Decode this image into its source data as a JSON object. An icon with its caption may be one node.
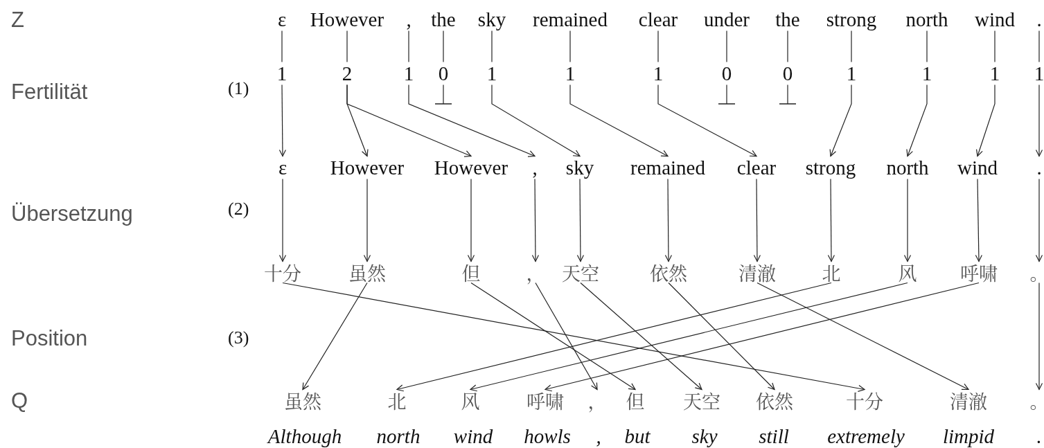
{
  "diagram": {
    "nodes": [
      {
        "text": [
          "ε"
        ]
      },
      {
        "text": [
          "However"
        ]
      },
      {
        "text": [
          ","
        ]
      },
      {
        "text": [
          "the"
        ]
      },
      {
        "text": [
          "sky"
        ]
      },
      {
        "text": [
          "remained"
        ]
      },
      {
        "text": [
          "clear"
        ]
      },
      {
        "text": [
          "under"
        ]
      },
      {
        "text": [
          "the"
        ]
      },
      {
        "text": [
          "strong"
        ]
      },
      {
        "text": [
          "north"
        ]
      },
      {
        "text": [
          "wind"
        ]
      },
      {
        "text": [
          "."
        ]
      },
      {
        "text": [
          "1"
        ]
      },
      {
        "text": [
          "2"
        ]
      },
      {
        "text": [
          "1"
        ]
      },
      {
        "text": [
          "0"
        ]
      },
      {
        "text": [
          "1"
        ]
      },
      {
        "text": [
          "1"
        ]
      },
      {
        "text": [
          "1"
        ]
      },
      {
        "text": [
          "0"
        ]
      },
      {
        "text": [
          "0"
        ]
      },
      {
        "text": [
          "1"
        ]
      },
      {
        "text": [
          "1"
        ]
      },
      {
        "text": [
          "1"
        ]
      },
      {
        "text": [
          "1"
        ]
      },
      {
        "text": [
          "ε"
        ]
      },
      {
        "text": [
          "However"
        ]
      },
      {
        "text": [
          "However"
        ]
      },
      {
        "text": [
          ","
        ]
      },
      {
        "text": [
          "sky"
        ]
      },
      {
        "text": [
          "remained"
        ]
      },
      {
        "text": [
          "clear"
        ]
      },
      {
        "text": [
          "strong"
        ]
      },
      {
        "text": [
          "north"
        ]
      },
      {
        "text": [
          "wind"
        ]
      },
      {
        "text": [
          "."
        ]
      },
      {
        "text": [
          "十分"
        ]
      },
      {
        "text": [
          "虽然"
        ]
      },
      {
        "text": [
          "但"
        ]
      },
      {
        "text": [
          "，"
        ]
      },
      {
        "text": [
          "天空"
        ]
      },
      {
        "text": [
          "依然"
        ]
      },
      {
        "text": [
          "清澈"
        ]
      },
      {
        "text": [
          "北"
        ]
      },
      {
        "text": [
          "风"
        ]
      },
      {
        "text": [
          "呼啸"
        ]
      },
      {
        "text": [
          "。"
        ]
      },
      {
        "text": [
          "虽然"
        ]
      },
      {
        "text": [
          "北"
        ]
      },
      {
        "text": [
          "风"
        ]
      },
      {
        "text": [
          "呼啸"
        ]
      },
      {
        "text": [
          "，"
        ]
      },
      {
        "text": [
          "但"
        ]
      },
      {
        "text": [
          "天空"
        ]
      },
      {
        "text": [
          "依然"
        ]
      },
      {
        "text": [
          "十分"
        ]
      },
      {
        "text": [
          "清澈"
        ]
      },
      {
        "text": [
          "。"
        ]
      }
    ],
    "edges": [
      {
        "from": 0,
        "to": 13,
        "arrow": "none"
      },
      {
        "from": 1,
        "to": 14,
        "arrow": "none"
      },
      {
        "from": 2,
        "to": 15,
        "arrow": "none"
      },
      {
        "from": 3,
        "to": 16,
        "arrow": "none"
      },
      {
        "from": 4,
        "to": 17,
        "arrow": "none"
      },
      {
        "from": 5,
        "to": 18,
        "arrow": "none"
      },
      {
        "from": 6,
        "to": 19,
        "arrow": "none"
      },
      {
        "from": 7,
        "to": 20,
        "arrow": "none"
      },
      {
        "from": 8,
        "to": 21,
        "arrow": "none"
      },
      {
        "from": 9,
        "to": 22,
        "arrow": "none"
      },
      {
        "from": 10,
        "to": 23,
        "arrow": "none"
      },
      {
        "from": 11,
        "to": 24,
        "arrow": "none"
      },
      {
        "from": 12,
        "to": 25,
        "arrow": "none"
      },
      {
        "from": 16,
        "to": null,
        "arrow": "other"
      },
      {
        "from": 20,
        "to": null,
        "arrow": "other"
      },
      {
        "from": 21,
        "to": null,
        "arrow": "other"
      },
      {
        "from": 13,
        "to": 26,
        "arrow": "to"
      },
      {
        "from": 14,
        "to": 27,
        "arrow": "to"
      },
      {
        "from": 14,
        "to": 28,
        "arrow": "to"
      },
      {
        "from": 15,
        "to": 29,
        "arrow": "to"
      },
      {
        "from": 17,
        "to": 30,
        "arrow": "to"
      },
      {
        "from": 18,
        "to": 31,
        "arrow": "to"
      },
      {
        "from": 19,
        "to": 32,
        "arrow": "to"
      },
      {
        "from": 22,
        "to": 33,
        "arrow": "to"
      },
      {
        "from": 23,
        "to": 34,
        "arrow": "to"
      },
      {
        "from": 24,
        "to": 35,
        "arrow": "to"
      },
      {
        "from": 25,
        "to": 36,
        "arrow": "to"
      },
      {
        "from": 26,
        "to": 37,
        "arrow": "to"
      },
      {
        "from": 27,
        "to": 38,
        "arrow": "to"
      },
      {
        "from": 28,
        "to": 39,
        "arrow": "to"
      },
      {
        "from": 29,
        "to": 40,
        "arrow": "to"
      },
      {
        "from": 30,
        "to": 41,
        "arrow": "to"
      },
      {
        "from": 31,
        "to": 42,
        "arrow": "to"
      },
      {
        "from": 32,
        "to": 43,
        "arrow": "to"
      },
      {
        "from": 33,
        "to": 44,
        "arrow": "to"
      },
      {
        "from": 34,
        "to": 45,
        "arrow": "to"
      },
      {
        "from": 35,
        "to": 46,
        "arrow": "to"
      },
      {
        "from": 36,
        "to": 47,
        "arrow": "to"
      },
      {
        "from": 37,
        "to": 56,
        "arrow": "to"
      },
      {
        "from": 38,
        "to": 48,
        "arrow": "to"
      },
      {
        "from": 39,
        "to": 53,
        "arrow": "to"
      },
      {
        "from": 40,
        "to": 52,
        "arrow": "to"
      },
      {
        "from": 41,
        "to": 54,
        "arrow": "to"
      },
      {
        "from": 42,
        "to": 55,
        "arrow": "to"
      },
      {
        "from": 43,
        "to": 57,
        "arrow": "to"
      },
      {
        "from": 44,
        "to": 49,
        "arrow": "to"
      },
      {
        "from": 45,
        "to": 50,
        "arrow": "to"
      },
      {
        "from": 46,
        "to": 51,
        "arrow": "to"
      },
      {
        "from": 47,
        "to": 58,
        "arrow": "to"
      }
    ],
    "labels": [
      "Z",
      "Fertilität",
      "(1)",
      "Übersetzung",
      "(2)",
      "Position",
      "(3)",
      "Q",
      "Although",
      "north",
      "wind",
      "howls",
      ",",
      "but",
      "sky",
      "still",
      "extremely",
      "limpid",
      "."
    ]
  }
}
